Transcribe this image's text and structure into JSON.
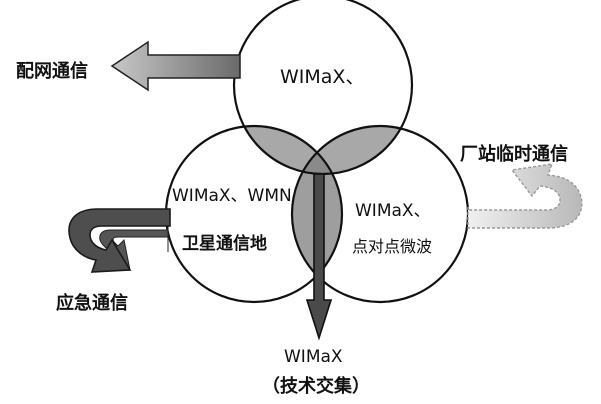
{
  "labels": {
    "top_circle": "WIMaX、",
    "left_circle_line1": "WIMaX、WMN",
    "left_circle_line2": "卫星通信地",
    "right_circle_line1": "WIMaX、",
    "right_circle_line2": "点对点微波",
    "bottom_line1": "WIMaX",
    "bottom_line2": "（技术交集）",
    "arrow_top_left": "配网通信",
    "arrow_left": "应急通信",
    "arrow_right": "厂站临时通信"
  },
  "colors": {
    "ink": "#111111",
    "overlap_shade": "#9a9a9a",
    "arrow_dark": "#4a4a4a",
    "arrow_gray": "#8a8a8a",
    "arrow_light": "#cfcfcf"
  }
}
